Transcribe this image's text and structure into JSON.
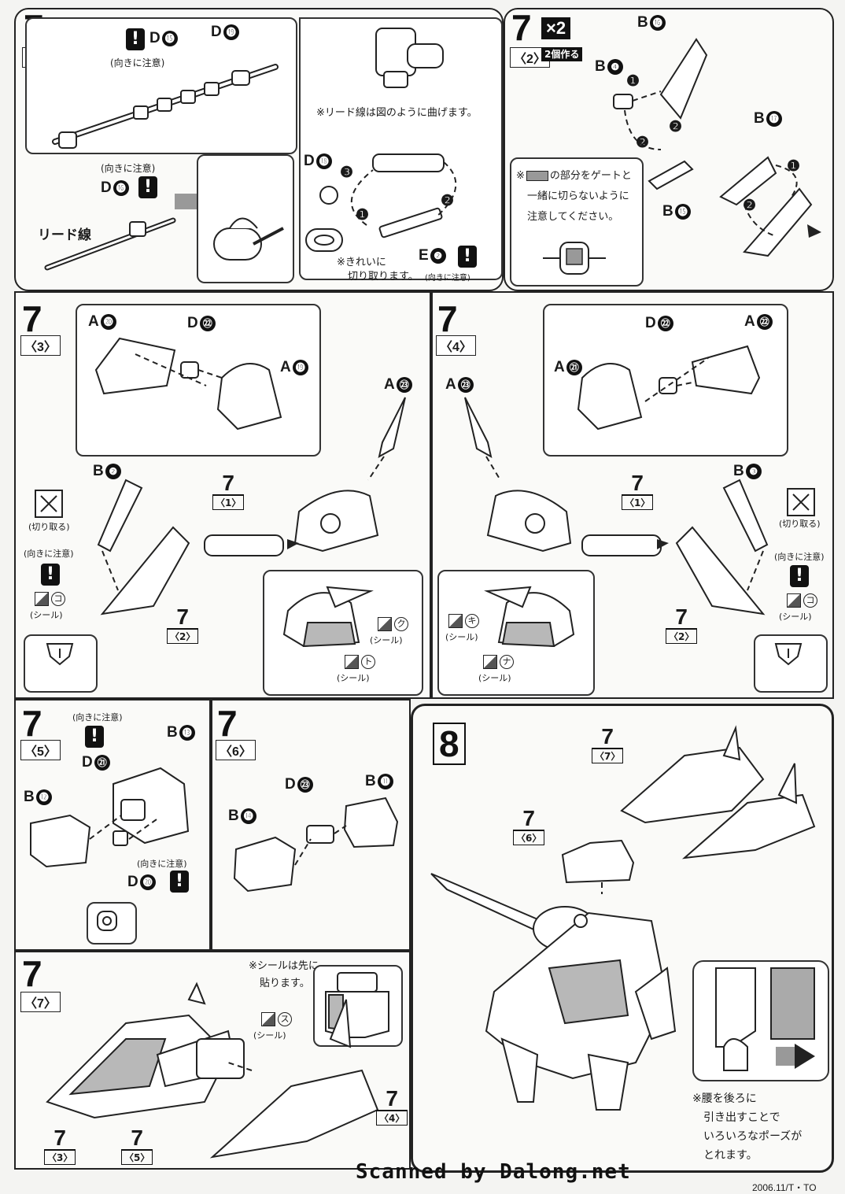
{
  "multiplier": "×2",
  "make_two": "2個作る",
  "step7": "7",
  "step8": "8",
  "sub": {
    "s1": "〈1〉",
    "s2": "〈2〉",
    "s3": "〈3〉",
    "s4": "〈4〉",
    "s5": "〈5〉",
    "s6": "〈6〉",
    "s7": "〈7〉"
  },
  "parts": {
    "D": "D",
    "A": "A",
    "B": "B",
    "E": "E"
  },
  "nums": {
    "n2": "❷",
    "n3": "❸",
    "n4": "❹",
    "n11": "⓫",
    "n12": "⓬",
    "n13": "⓭",
    "n14": "⓮",
    "n15": "⓯",
    "n16": "⓰",
    "n17": "⓱",
    "n18": "⓲",
    "n19": "⓳",
    "n20": "⓴",
    "n21": "㉑",
    "n22": "㉒",
    "n23": "㉓"
  },
  "steps": {
    "one": "❶",
    "two": "❷",
    "three": "❸"
  },
  "warn": "!",
  "notes": {
    "direction": "(向きに注意)",
    "lead_wire": "リード線",
    "lead_bend": "※リード線は図のように曲げます。",
    "clean_cut_1": "※きれいに",
    "clean_cut_2": "切り取ります。",
    "gate_1": "※",
    "gate_1b": "の部分をゲートと",
    "gate_2": "一緒に切らないように",
    "gate_3": "注意してください。",
    "cut": "(切り取る)",
    "seal": "(シール)",
    "seal_first_1": "※シールは先に",
    "seal_first_2": "貼ります。",
    "waist_1": "※腰を後ろに",
    "waist_2": "引き出すことで",
    "waist_3": "いろいろなポーズが",
    "waist_4": "とれます。"
  },
  "kana": {
    "ko": "コ",
    "ku": "ク",
    "to": "ト",
    "ki": "キ",
    "na": "ナ",
    "su": "ス"
  },
  "footer": {
    "scan": "Scanned by Dalong.net",
    "date": "2006.11/T・TO"
  }
}
